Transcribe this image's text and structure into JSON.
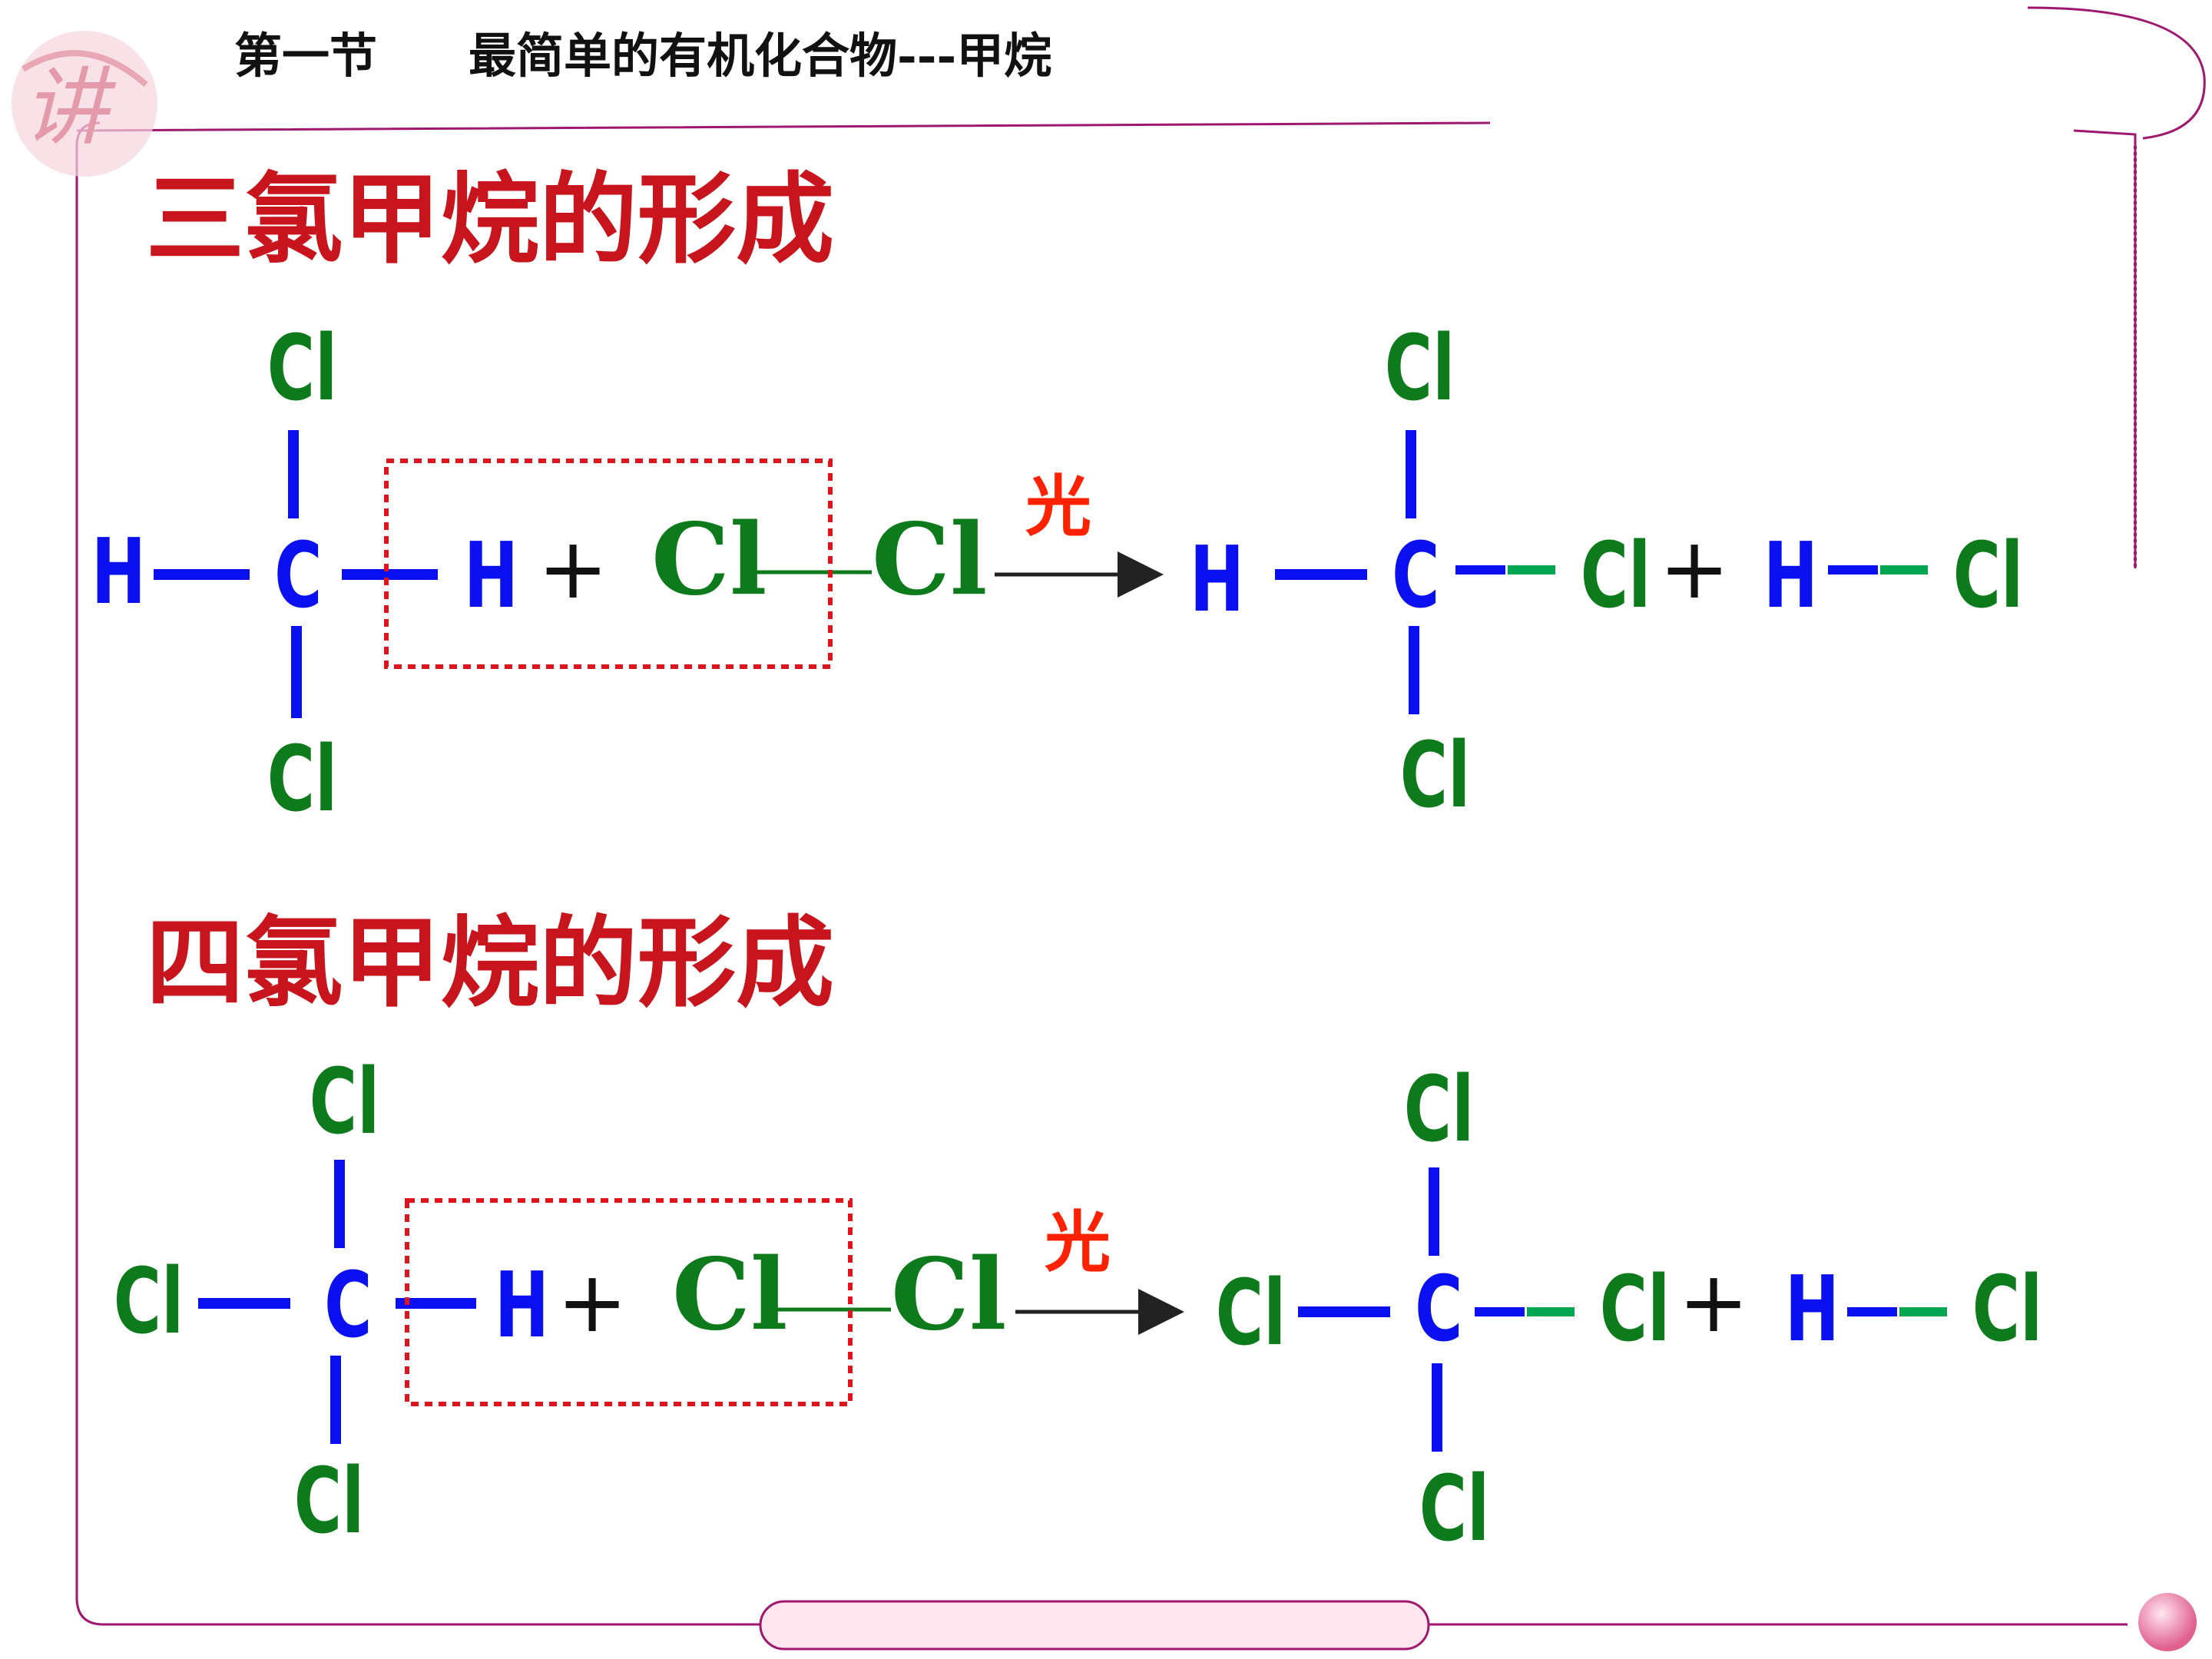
{
  "header": {
    "section": "第一节",
    "title": "最简单的有机化合物---甲烷"
  },
  "logo": {
    "text": "讲"
  },
  "sections": [
    {
      "title": "三氯甲烷的形成",
      "reactant": {
        "top": "Cl",
        "left": "H",
        "center": "C",
        "right": "H",
        "bottom": "Cl"
      },
      "plus1": "+",
      "chlorine": {
        "a": "Cl",
        "b": "Cl"
      },
      "condition": "光",
      "product": {
        "top": "Cl",
        "left": "H",
        "center": "C",
        "right": "Cl",
        "bottom": "Cl"
      },
      "plus2": "+",
      "hcl": {
        "h": "H",
        "cl": "Cl"
      }
    },
    {
      "title": "四氯甲烷的形成",
      "reactant": {
        "top": "Cl",
        "left": "Cl",
        "center": "C",
        "right": "H",
        "bottom": "Cl"
      },
      "plus1": "+",
      "chlorine": {
        "a": "Cl",
        "b": "Cl"
      },
      "condition": "光",
      "product": {
        "top": "Cl",
        "left": "Cl",
        "center": "C",
        "right": "Cl",
        "bottom": "Cl"
      },
      "plus2": "+",
      "hcl": {
        "h": "H",
        "cl": "Cl"
      }
    }
  ],
  "colors": {
    "title_red": "#c8141c",
    "atom_green": "#0d7a1c",
    "atom_blue": "#0a10f0",
    "bond_new": "#00a651",
    "box_red": "#e0141c",
    "frame_magenta": "#a0186e"
  }
}
